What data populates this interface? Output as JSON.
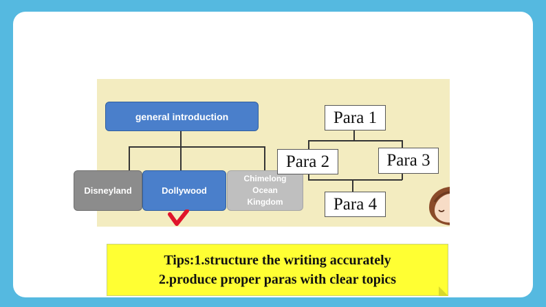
{
  "diagram_left": {
    "root": "general introduction",
    "children": [
      "Disneyland",
      "Dollywood",
      "Chimelong Ocean Kingdom"
    ]
  },
  "diagram_right": {
    "top": "Para 1",
    "left": "Para 2",
    "right": "Para 3",
    "bottom": "Para 4"
  },
  "tips": {
    "line1": "Tips:1.structure the writing accurately",
    "line2": "2.produce proper paras with clear topics"
  },
  "colors": {
    "frame": "#55b9e0",
    "panel": "#f3ecc0",
    "blue_box": "#4a7fcb",
    "gray_box": "#8c8c8c",
    "light_gray_box": "#bfbfbf",
    "tips_bg": "#ffff33",
    "check_mark": "#e0142b"
  },
  "icons": [
    "check-mark-icon",
    "character-illustration"
  ]
}
